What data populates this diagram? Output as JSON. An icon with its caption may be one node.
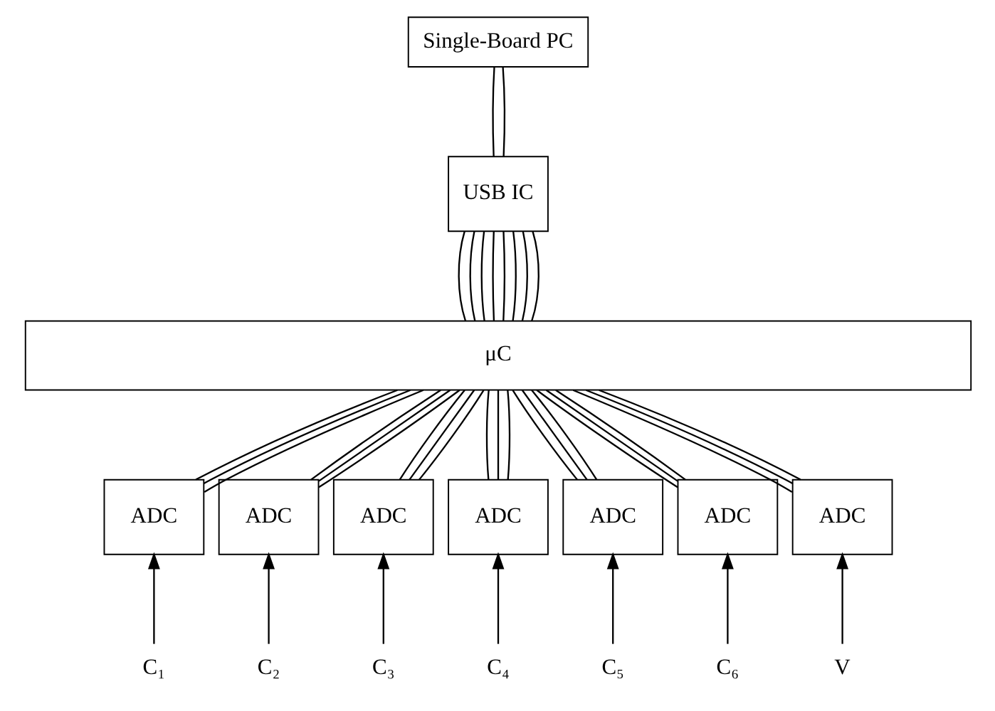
{
  "diagram": {
    "nodes": [
      {
        "text": [
          "Single-Board PC"
        ]
      },
      {
        "text": [
          "USB IC"
        ]
      },
      {
        "text": [
          "μC"
        ]
      },
      {
        "text": [
          "ADC"
        ]
      },
      {
        "text": [
          "ADC"
        ]
      },
      {
        "text": [
          "ADC"
        ]
      },
      {
        "text": [
          "ADC"
        ]
      },
      {
        "text": [
          "ADC"
        ]
      },
      {
        "text": [
          "ADC"
        ]
      },
      {
        "text": [
          "ADC"
        ]
      },
      {
        "text": [
          "C₁"
        ]
      },
      {
        "text": [
          "C₂"
        ]
      },
      {
        "text": [
          "C₃"
        ]
      },
      {
        "text": [
          "C₄"
        ]
      },
      {
        "text": [
          "C₅"
        ]
      },
      {
        "text": [
          "C₆"
        ]
      },
      {
        "text": [
          "V"
        ]
      }
    ],
    "edges": [
      {
        "from": 0,
        "to": 1,
        "arrow": "none"
      },
      {
        "from": 0,
        "to": 1,
        "arrow": "none"
      },
      {
        "from": 1,
        "to": 2,
        "arrow": "none"
      },
      {
        "from": 1,
        "to": 2,
        "arrow": "none"
      },
      {
        "from": 1,
        "to": 2,
        "arrow": "none"
      },
      {
        "from": 1,
        "to": 2,
        "arrow": "none"
      },
      {
        "from": 1,
        "to": 2,
        "arrow": "none"
      },
      {
        "from": 1,
        "to": 2,
        "arrow": "none"
      },
      {
        "from": 1,
        "to": 2,
        "arrow": "none"
      },
      {
        "from": 1,
        "to": 2,
        "arrow": "none"
      },
      {
        "from": 2,
        "to": 3,
        "arrow": "none"
      },
      {
        "from": 2,
        "to": 3,
        "arrow": "none"
      },
      {
        "from": 2,
        "to": 3,
        "arrow": "none"
      },
      {
        "from": 2,
        "to": 4,
        "arrow": "none"
      },
      {
        "from": 2,
        "to": 4,
        "arrow": "none"
      },
      {
        "from": 2,
        "to": 4,
        "arrow": "none"
      },
      {
        "from": 2,
        "to": 5,
        "arrow": "none"
      },
      {
        "from": 2,
        "to": 5,
        "arrow": "none"
      },
      {
        "from": 2,
        "to": 5,
        "arrow": "none"
      },
      {
        "from": 2,
        "to": 6,
        "arrow": "none"
      },
      {
        "from": 2,
        "to": 6,
        "arrow": "none"
      },
      {
        "from": 2,
        "to": 6,
        "arrow": "none"
      },
      {
        "from": 2,
        "to": 7,
        "arrow": "none"
      },
      {
        "from": 2,
        "to": 7,
        "arrow": "none"
      },
      {
        "from": 2,
        "to": 7,
        "arrow": "none"
      },
      {
        "from": 2,
        "to": 8,
        "arrow": "none"
      },
      {
        "from": 2,
        "to": 8,
        "arrow": "none"
      },
      {
        "from": 2,
        "to": 8,
        "arrow": "none"
      },
      {
        "from": 2,
        "to": 9,
        "arrow": "none"
      },
      {
        "from": 2,
        "to": 9,
        "arrow": "none"
      },
      {
        "from": 2,
        "to": 9,
        "arrow": "none"
      },
      {
        "from": 10,
        "to": 3,
        "arrow": "to"
      },
      {
        "from": 11,
        "to": 4,
        "arrow": "to"
      },
      {
        "from": 12,
        "to": 5,
        "arrow": "to"
      },
      {
        "from": 13,
        "to": 6,
        "arrow": "to"
      },
      {
        "from": 14,
        "to": 7,
        "arrow": "to"
      },
      {
        "from": 15,
        "to": 8,
        "arrow": "to"
      },
      {
        "from": 16,
        "to": 9,
        "arrow": "to"
      }
    ]
  }
}
